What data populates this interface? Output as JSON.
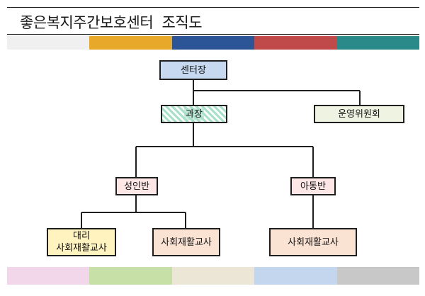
{
  "title": "좋은복지주간보호센터  조직도",
  "colors": {
    "top_band": [
      "#f0f0f0",
      "#e8a82a",
      "#2b5597",
      "#c04a4a",
      "#2a8a8a"
    ],
    "bottom_band": [
      "#f2d6ea",
      "#c6e0a8",
      "#ece6d6",
      "#c3d6ee",
      "#c8c8c8"
    ],
    "node_center": "#c6d9f1",
    "node_section": "#a8e0c8",
    "node_committee": "#eef3e2",
    "node_class": "#fce6e6",
    "node_deputy": "#fff3c0",
    "node_staff": "#fbe3d4",
    "line": "#1f1f1f"
  },
  "org": {
    "center": {
      "label": "센터장"
    },
    "section": {
      "label": "과장",
      "fill": "hatched"
    },
    "committee": {
      "label": "운영위원회"
    },
    "adult_class": {
      "label": "성인반"
    },
    "child_class": {
      "label": "아동반"
    },
    "adult_deputy": {
      "line1": "대리",
      "line2": "사회재활교사"
    },
    "adult_staff": {
      "label": "사회재활교사"
    },
    "child_staff": {
      "label": "사회재활교사"
    }
  }
}
